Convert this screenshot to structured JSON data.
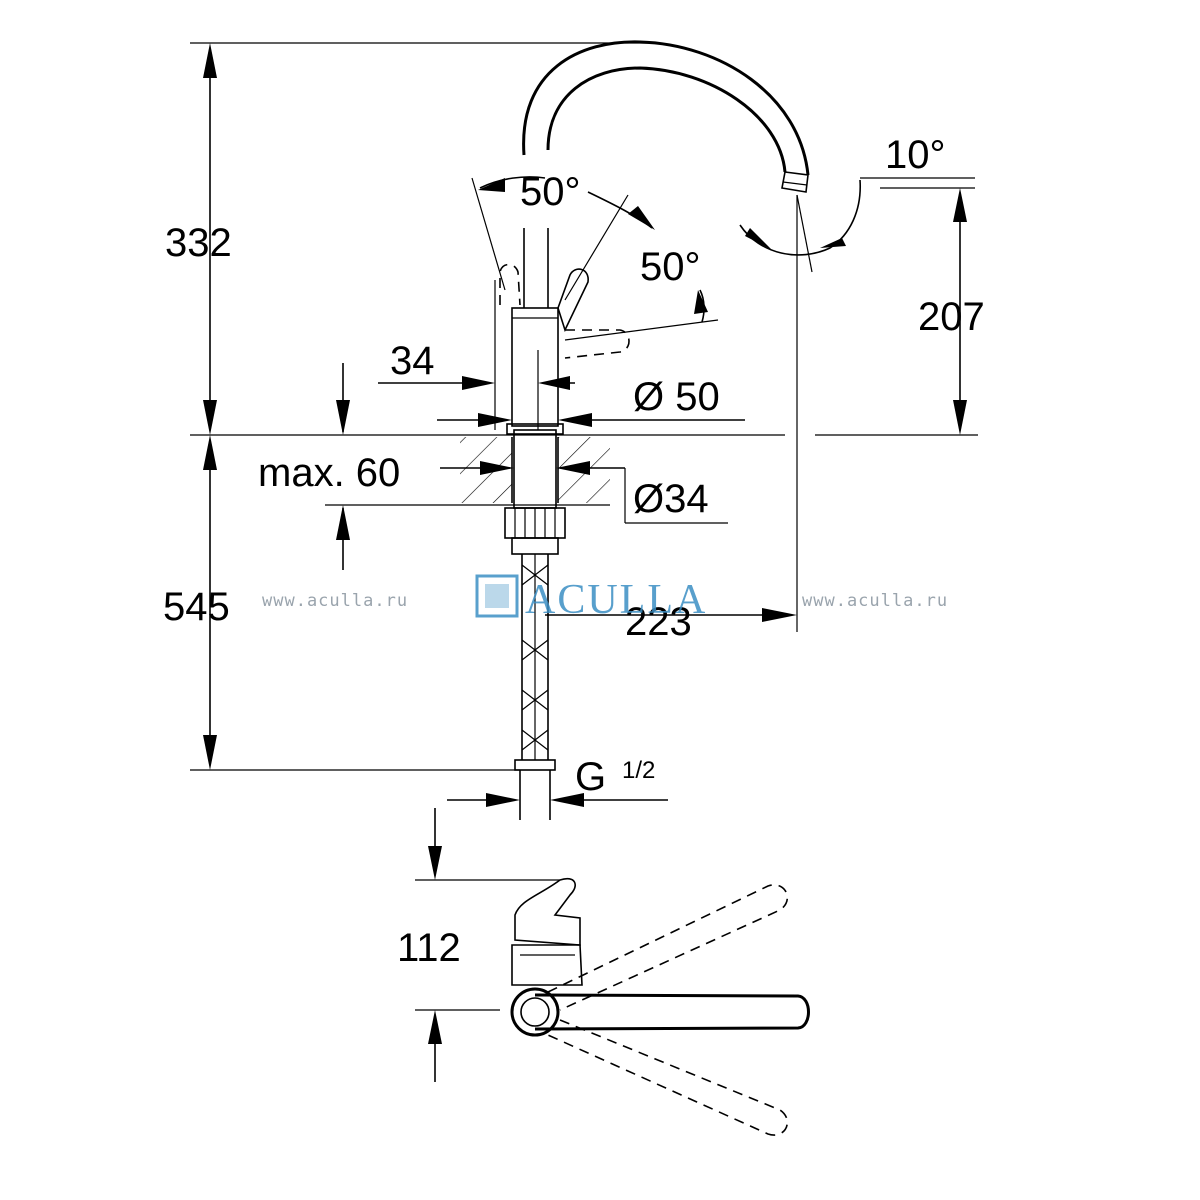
{
  "dimensions": {
    "height_total": "332",
    "angle_left": "50°",
    "angle_right": "50°",
    "spout_tilt": "10°",
    "spout_height": "207",
    "handle_width": "34",
    "body_diameter": "Ø 50",
    "max_counter": "max. 60",
    "hole_diameter": "Ø34",
    "hose_length": "545",
    "reach": "223",
    "connection": "G",
    "connection_frac": "1/2",
    "top_view_height": "112"
  },
  "watermark": {
    "left": "www.aculla.ru",
    "right": "www.aculla.ru",
    "brand": "ACULLA"
  }
}
